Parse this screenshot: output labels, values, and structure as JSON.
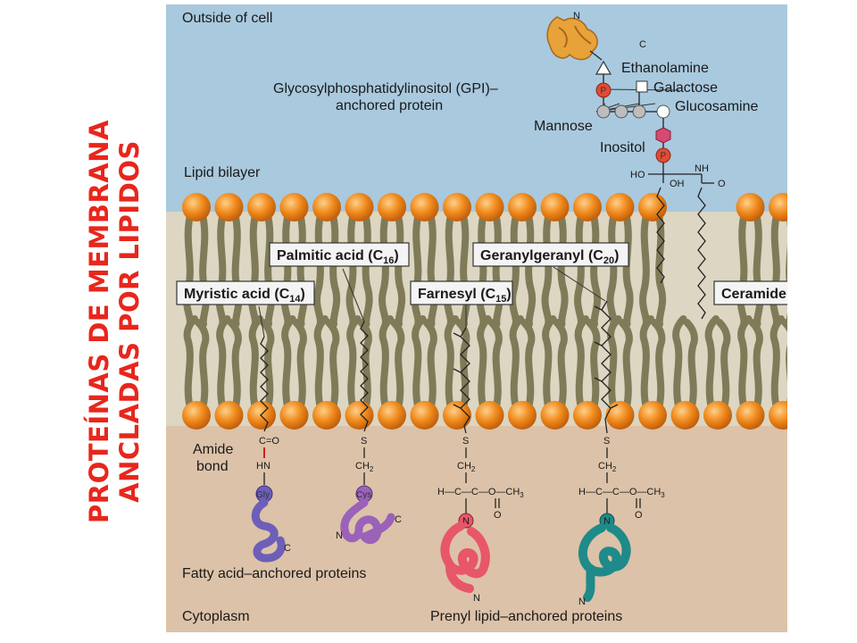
{
  "title": {
    "line1": "PROTEÍNAS DE MEMBRANA",
    "line2": "ANCLADAS POR LIPIDOS"
  },
  "colors": {
    "title": "#e8261c",
    "outside": "#a9c9de",
    "cytoplasm": "#dcc2a8",
    "lipid_head": "#f08a1c",
    "lipid_tail": "#7f7b58",
    "phosphate": "#e24a33",
    "inositol": "#d9486e",
    "gly_protein": "#6d5fb8",
    "cys_protein": "#9a62b8",
    "farnesyl_protein": "#e8566a",
    "geranyl_protein": "#1f8a8a",
    "gpi_protein": "#e8a23a"
  },
  "labels": {
    "outside": "Outside of cell",
    "gpi_line1": "Glycosylphosphatidylinositol (GPI)–",
    "gpi_line2": "anchored protein",
    "ethanolamine": "Ethanolamine",
    "galactose": "Galactose",
    "glucosamine": "Glucosamine",
    "mannose": "Mannose",
    "inositol": "Inositol",
    "lipid_bilayer": "Lipid bilayer",
    "amide_line1": "Amide",
    "amide_line2": "bond",
    "fatty_acid_proteins": "Fatty acid–anchored proteins",
    "cytoplasm": "Cytoplasm",
    "prenyl_proteins": "Prenyl lipid–anchored proteins",
    "n_top": "N",
    "c_top": "C"
  },
  "boxes": {
    "palmitic_text": "Palmitic acid (C",
    "palmitic_sub": "16",
    "geranyl_text": "Geranylgeranyl (C",
    "geranyl_sub": "20",
    "myristic_text": "Myristic acid (C",
    "myristic_sub": "14",
    "farnesyl_text": "Farnesyl (C",
    "farnesyl_sub": "15",
    "ceramide_text": "Ceramide",
    "close": ")"
  },
  "chem": {
    "P": "P",
    "HO": "HO",
    "NH": "NH",
    "OH": "OH",
    "O": "O",
    "C_eq_O": "C=O",
    "HN": "HN",
    "S": "S",
    "CH2": "CH",
    "sub2": "2",
    "H_C_C_O_CH3": "H—C—C—O—CH",
    "sub3": "3",
    "Gly": "Gly",
    "Cys": "Cys",
    "N": "N",
    "C": "C"
  }
}
